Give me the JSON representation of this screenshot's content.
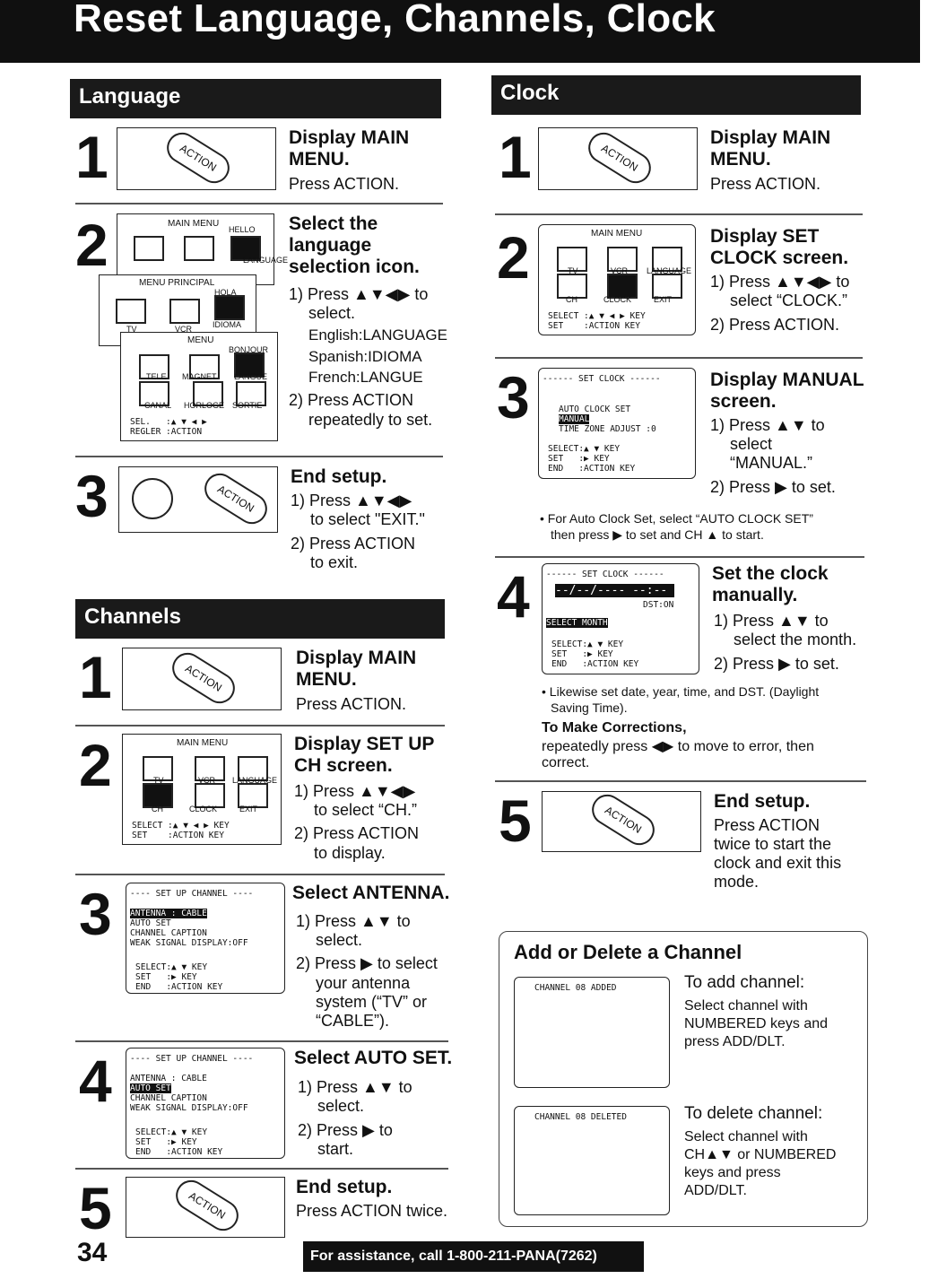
{
  "page": {
    "title": "Reset Language, Channels, Clock",
    "number": "34",
    "footer": "For assistance, call 1-800-211-PANA(7262)"
  },
  "language": {
    "header": "Language",
    "s1": {
      "n": "1",
      "title": "Display MAIN MENU.",
      "body": "Press ACTION."
    },
    "s2": {
      "n": "2",
      "title": "Select the language selection icon.",
      "l1": "1) Press ▲▼◀▶ to",
      "l2": "select.",
      "l3": "English:LANGUAGE",
      "l4": "Spanish:IDIOMA",
      "l5": "French:LANGUE",
      "l6": "2) Press ACTION",
      "l7": "repeatedly to set.",
      "scr1": "MAIN MENU",
      "scr1b": "HELLO",
      "scr2": "MENU PRINCIPAL",
      "scr2b": "HOLA",
      "scr3": "MENU",
      "scr3b": "BONJOUR",
      "scr3c": "SEL.   :▲ ▼ ◀ ▶\nREGLER :ACTION",
      "ic_tv": "TV",
      "ic_vcr": "VCR",
      "ic_lang": "LANGUAGE",
      "ic_idioma": "IDIOMA",
      "ic_tele": "TELE",
      "ic_magnet": "MAGNET",
      "ic_langue": "LANGUE",
      "ic_canal": "CANAL",
      "ic_horloge": "HORLOGE",
      "ic_sortie": "SORTIE"
    },
    "s3": {
      "n": "3",
      "title": "End setup.",
      "l1": "1) Press ▲▼◀▶",
      "l2": "to select \"EXIT.\"",
      "l3": "2) Press ACTION",
      "l4": "to exit."
    }
  },
  "channels": {
    "header": "Channels",
    "s1": {
      "n": "1",
      "title": "Display MAIN MENU.",
      "body": "Press ACTION."
    },
    "s2": {
      "n": "2",
      "title": "Display SET UP CH screen.",
      "l1": "1) Press ▲▼◀▶",
      "l2": "to select “CH.”",
      "l3": "2) Press ACTION",
      "l4": "to display.",
      "scr": "MAIN MENU",
      "scrsel": "SELECT :▲ ▼ ◀ ▶ KEY\nSET    :ACTION KEY",
      "ic_tv": "TV",
      "ic_vcr": "VCR",
      "ic_lang": "LANGUAGE",
      "ic_ch": "CH",
      "ic_clock": "CLOCK",
      "ic_exit": "EXIT"
    },
    "s3": {
      "n": "3",
      "title": "Select ANTENNA.",
      "l1": "1) Press ▲▼ to",
      "l2": "select.",
      "l3": "2) Press ▶ to select",
      "l4": "your antenna",
      "l5": "system (“TV” or",
      "l6": "“CABLE”).",
      "scr": "---- SET UP CHANNEL ----",
      "r1": "ANTENNA : CABLE",
      "r2": "AUTO SET",
      "r3": "CHANNEL CAPTION\nWEAK SIGNAL DISPLAY:OFF",
      "r4": "SELECT:▲ ▼ KEY\nSET   :▶ KEY\nEND   :ACTION KEY"
    },
    "s4": {
      "n": "4",
      "title": "Select AUTO SET.",
      "l1": "1) Press ▲▼ to",
      "l2": "select.",
      "l3": "2) Press ▶ to",
      "l4": "start.",
      "scr": "---- SET UP CHANNEL ----",
      "r1": "ANTENNA : CABLE",
      "r2": "AUTO SET",
      "r3": "CHANNEL CAPTION\nWEAK SIGNAL DISPLAY:OFF",
      "r4": "SELECT:▲ ▼ KEY\nSET   :▶ KEY\nEND   :ACTION KEY"
    },
    "s5": {
      "n": "5",
      "title": "End setup.",
      "body": "Press ACTION twice."
    }
  },
  "clock": {
    "header": "Clock",
    "s1": {
      "n": "1",
      "title": "Display MAIN MENU.",
      "body": "Press ACTION."
    },
    "s2": {
      "n": "2",
      "title": "Display SET CLOCK screen.",
      "l1": "1) Press ▲▼◀▶ to",
      "l2": "select “CLOCK.”",
      "l3": "2) Press ACTION.",
      "scr": "MAIN MENU",
      "scrsel": "SELECT :▲ ▼ ◀ ▶ KEY\nSET    :ACTION KEY",
      "ic_tv": "TV",
      "ic_vcr": "VCR",
      "ic_lang": "LANGUAGE",
      "ic_ch": "CH",
      "ic_clock": "CLOCK",
      "ic_exit": "EXIT"
    },
    "s3": {
      "n": "3",
      "title": "Display MANUAL screen.",
      "l1": "1) Press ▲▼ to",
      "l2": "select",
      "l3": "“MANUAL.”",
      "l4": "2) Press ▶ to set.",
      "scr": "------ SET CLOCK ------",
      "r1": "AUTO CLOCK SET",
      "r2": "MANUAL",
      "r3": "TIME ZONE ADJUST :0",
      "r4": "SELECT:▲ ▼ KEY\nSET   :▶ KEY\nEND   :ACTION KEY",
      "note1": "• For Auto Clock Set, select “AUTO CLOCK SET”",
      "note2": "then press ▶ to set and CH ▲ to start."
    },
    "s4": {
      "n": "4",
      "title": "Set the clock manually.",
      "l1": "1) Press ▲▼ to",
      "l2": "select the month.",
      "l3": "2) Press ▶ to set.",
      "scr": "------ SET CLOCK ------",
      "r1": "--/--/---- --:-- ",
      "r2": "DST:ON",
      "r3": "SELECT MONTH",
      "r4": "SELECT:▲ ▼ KEY\nSET   :▶ KEY\nEND   :ACTION KEY",
      "note1": "• Likewise set date, year, time, and DST. (Daylight",
      "note2": "Saving Time).",
      "corr_title": "To Make Corrections,",
      "corr1": "repeatedly press ◀▶ to move to error, then",
      "corr2": "correct."
    },
    "s5": {
      "n": "5",
      "title": "End setup.",
      "l1": "Press ACTION",
      "l2": "twice to start the",
      "l3": "clock and exit this",
      "l4": "mode."
    }
  },
  "addch": {
    "title": "Add or Delete a Channel",
    "scr1": "CHANNEL 08 ADDED",
    "t1": "To add channel:",
    "a1": "Select channel with",
    "a2": "NUMBERED keys and",
    "a3": "press ADD/DLT.",
    "scr2": "CHANNEL 08 DELETED",
    "t2": "To delete channel:",
    "d1": "Select channel with",
    "d2": "CH▲▼ or NUMBERED",
    "d3": "keys and press",
    "d4": "ADD/DLT."
  },
  "action_label": "ACTION"
}
